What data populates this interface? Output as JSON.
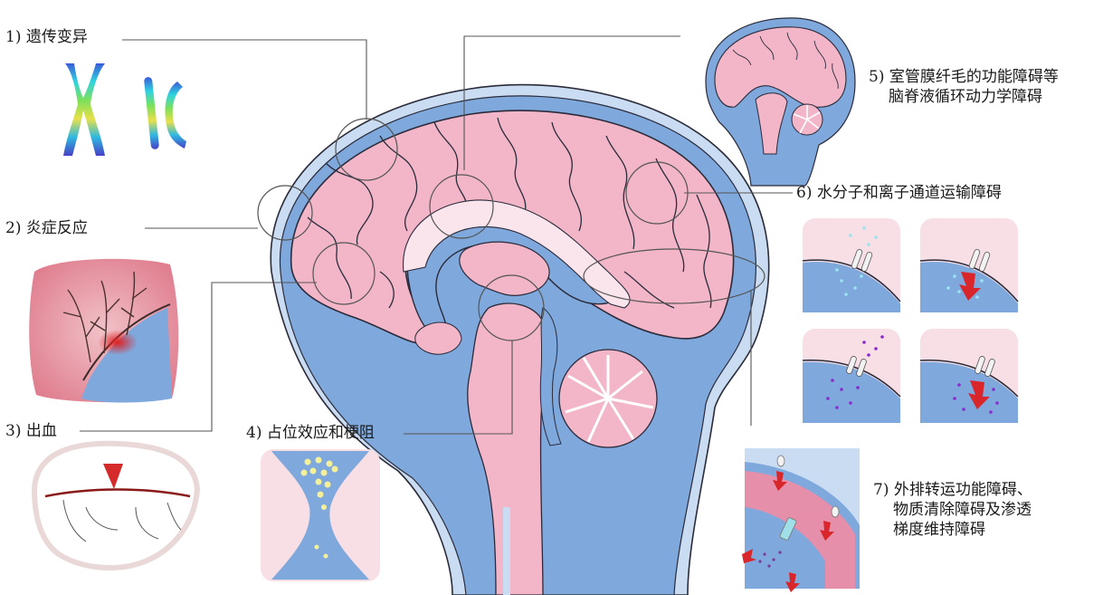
{
  "labels": {
    "genetic": "1) 遗传变异",
    "inflammation": "2) 炎症反应",
    "hemorrhage": "3) 出血",
    "mass_effect": "4) 占位效应和梗阻",
    "cilia": {
      "line1": "5) 室管膜纤毛的功能障碍等",
      "line2": "脑脊液循环动力学障碍"
    },
    "water_ion": "6) 水分子和离子通道运输障碍",
    "efflux": {
      "line1": "7) 外排转运功能障碍、",
      "line2": "物质清除障碍及渗透",
      "line3": "梯度维持障碍"
    }
  },
  "colors": {
    "csf_blue": "#7fa8dc",
    "dura_light": "#c9dcf2",
    "brain_pink": "#f2b6c8",
    "brain_pink_dark": "#e58fab",
    "outline": "#2b2b3a",
    "blood_red": "#d42a2a",
    "arrow_red": "#d8262b",
    "cyan_dots": "#7fd6e8",
    "purple_dots": "#8a2bd0",
    "yellow_dots": "#f4f09a"
  },
  "icons": {
    "chromosome_x": "chromosome-x-icon",
    "chromosome_y": "chromosome-y-icon"
  }
}
